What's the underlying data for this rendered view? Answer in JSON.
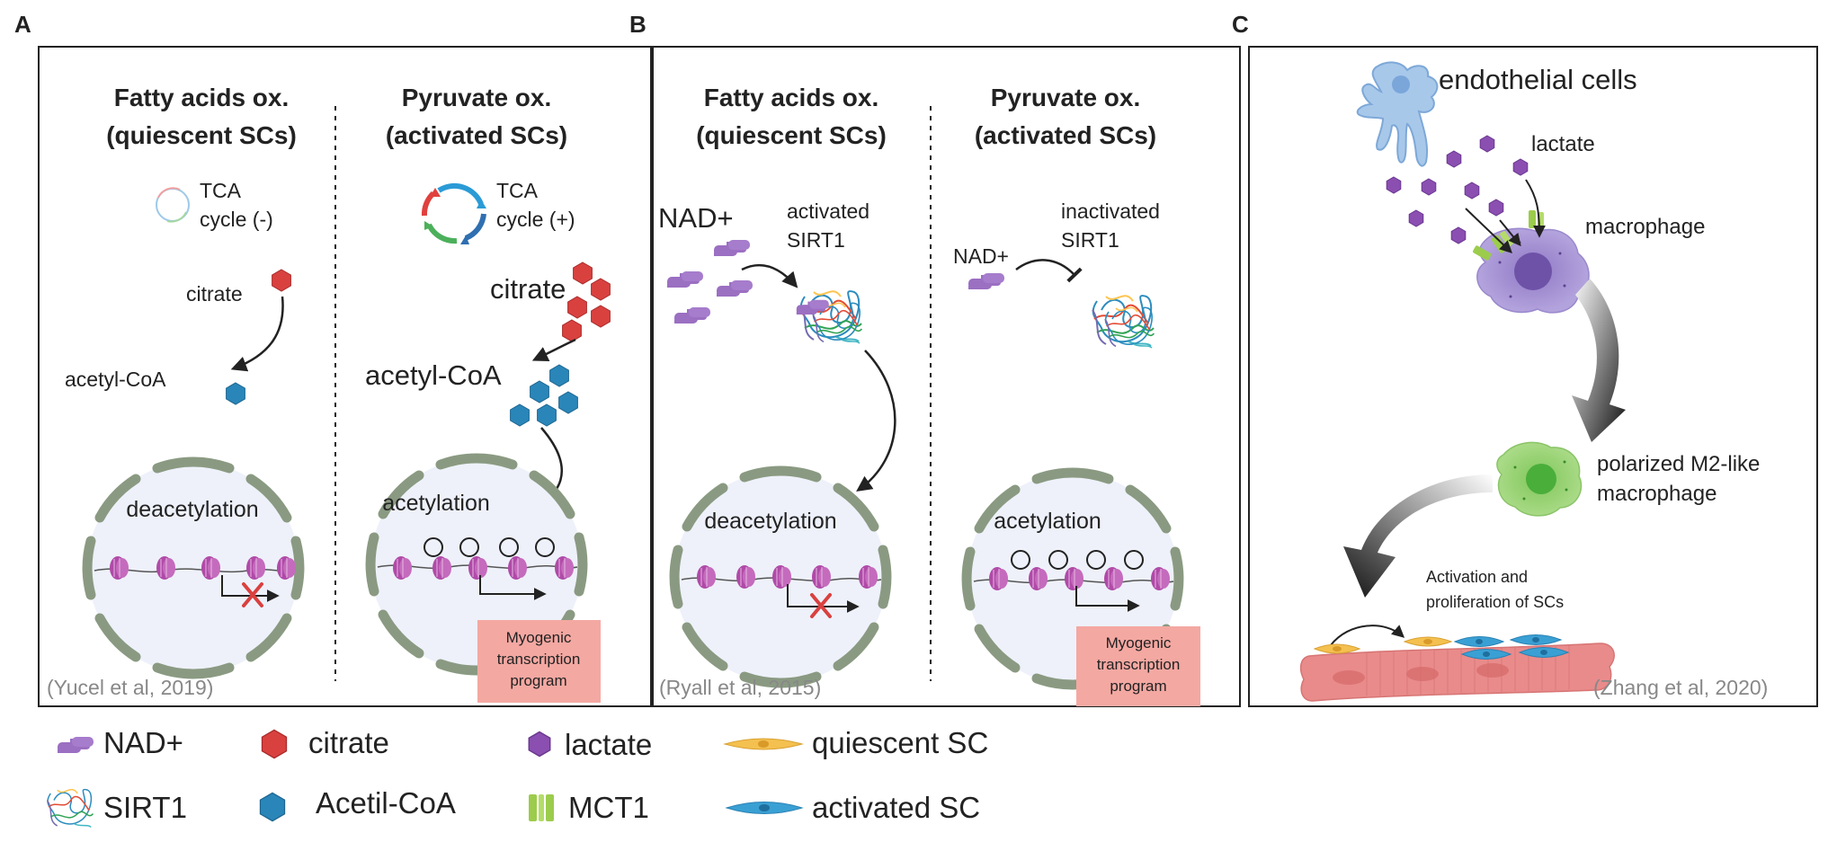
{
  "panels": {
    "A": {
      "letter": "A",
      "left_title_1": "Fatty acids ox.",
      "left_title_2": "(quiescent SCs)",
      "right_title_1": "Pyruvate ox.",
      "right_title_2": "(activated SCs)",
      "tca_left_1": "TCA",
      "tca_left_2": "cycle (-)",
      "tca_right_1": "TCA",
      "tca_right_2": "cycle (+)",
      "citrate_left": "citrate",
      "citrate_right": "citrate",
      "acetyl_left": "acetyl-CoA",
      "acetyl_right": "acetyl-CoA",
      "deacetylation": "deacetylation",
      "acetylation": "acetylation",
      "myogenic_1": "Myogenic",
      "myogenic_2": "transcription",
      "myogenic_3": "program",
      "citation": "(Yucel et al, 2019)"
    },
    "B": {
      "letter": "B",
      "left_title_1": "Fatty acids ox.",
      "left_title_2": "(quiescent SCs)",
      "right_title_1": "Pyruvate ox.",
      "right_title_2": "(activated SCs)",
      "nad_left": "NAD+",
      "nad_right": "NAD+",
      "sirt_active_1": "activated",
      "sirt_active_2": "SIRT1",
      "sirt_inactive_1": "inactivated",
      "sirt_inactive_2": "SIRT1",
      "deacetylation": "deacetylation",
      "acetylation": "acetylation",
      "myogenic_1": "Myogenic",
      "myogenic_2": "transcription",
      "myogenic_3": "program",
      "citation": "(Ryall et al, 2015)"
    },
    "C": {
      "letter": "C",
      "endothelial": "endothelial cells",
      "lactate": "lactate",
      "macrophage": "macrophage",
      "m2_1": "polarized M2-like",
      "m2_2": "macrophage",
      "activation_1": "Activation and",
      "activation_2": "proliferation of SCs",
      "citation": "(Zhang et al, 2020)"
    }
  },
  "legend": {
    "nad": "NAD+",
    "citrate": "citrate",
    "lactate": "lactate",
    "quiescent": "quiescent SC",
    "sirt1": "SIRT1",
    "acetilcoa": "Acetil-CoA",
    "mct1": "MCT1",
    "activated": "activated SC"
  },
  "colors": {
    "citrate": "#d9413f",
    "acetylcoa": "#2a86b8",
    "nad": "#9b6fc2",
    "lactate": "#8a4fb0",
    "mct1": "#9ccc4c",
    "quiescent": "#f4c04f",
    "activated": "#3aa0d4",
    "myogenic_box": "#f4a8a2",
    "nucleus_border": "#8a9a82",
    "nucleus_fill": "#eef1fa",
    "histone": "#b04aa8",
    "muscle": "#e98b8b"
  }
}
